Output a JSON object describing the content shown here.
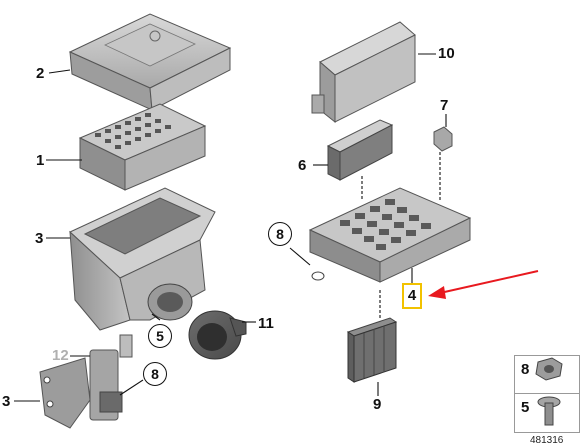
{
  "diagram": {
    "callouts": [
      {
        "id": "2",
        "text": "2"
      },
      {
        "id": "1",
        "text": "1"
      },
      {
        "id": "3a",
        "text": "3"
      },
      {
        "id": "5a",
        "text": "5"
      },
      {
        "id": "11",
        "text": "11"
      },
      {
        "id": "12",
        "text": "12"
      },
      {
        "id": "8a",
        "text": "8"
      },
      {
        "id": "3b",
        "text": "3"
      },
      {
        "id": "10",
        "text": "10"
      },
      {
        "id": "7",
        "text": "7"
      },
      {
        "id": "6",
        "text": "6"
      },
      {
        "id": "8b",
        "text": "8"
      },
      {
        "id": "4",
        "text": "4"
      },
      {
        "id": "9",
        "text": "9"
      }
    ],
    "legend": [
      {
        "text": "8"
      },
      {
        "text": "5"
      }
    ],
    "image_number": "481316",
    "colors": {
      "arrow": "#e8191f",
      "highlight": "#f2c200",
      "parts": "#8a8a8a"
    }
  }
}
